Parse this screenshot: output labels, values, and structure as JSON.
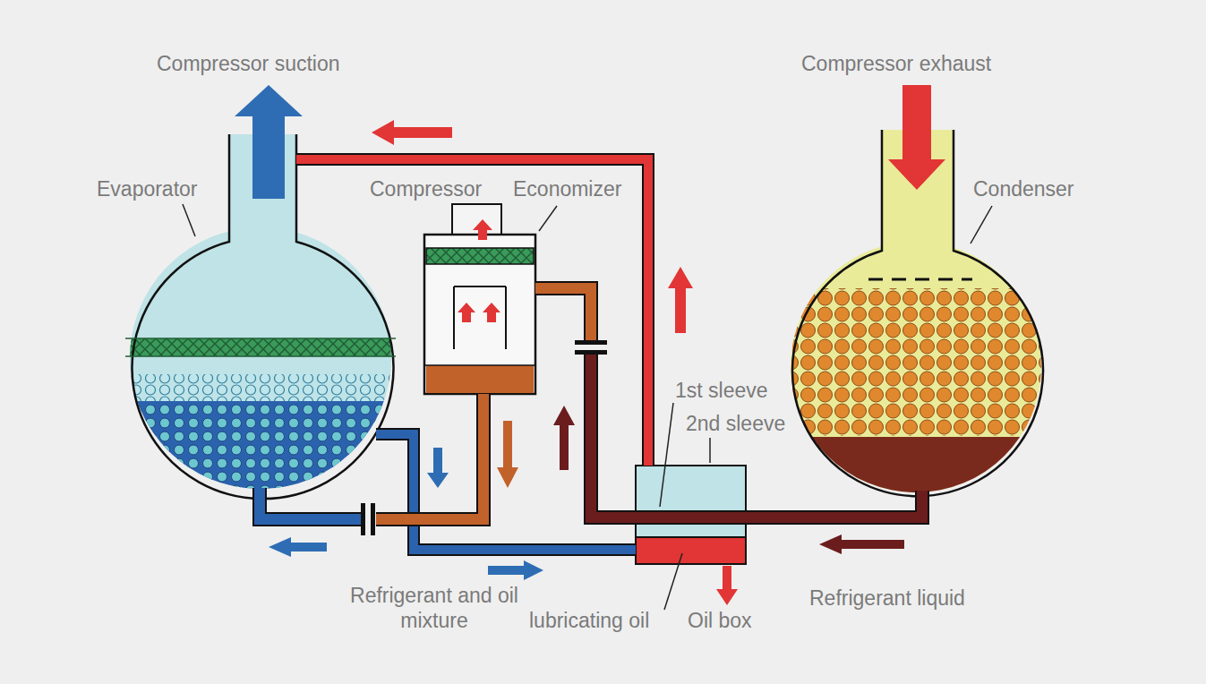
{
  "diagram": {
    "labels": [
      "Compressor suction",
      "Compressor exhaust",
      "Evaporator",
      "Compressor",
      "Economizer",
      "Condenser",
      "1st sleeve",
      "2nd sleeve",
      "Refrigerant and oil mixture",
      "lubricating oil",
      "Oil box",
      "Refrigerant liquid"
    ]
  }
}
